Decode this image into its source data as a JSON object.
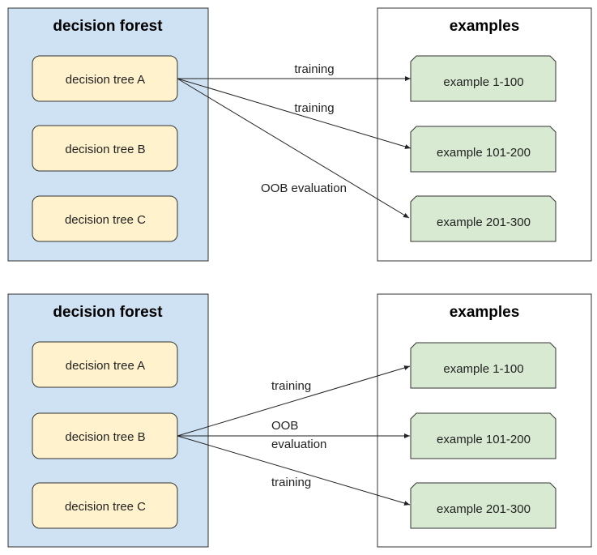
{
  "colors": {
    "forest_fill": "#cfe2f3",
    "tree_fill": "#fff2cc",
    "example_fill": "#d9ead3",
    "stroke": "#333333"
  },
  "panels": [
    {
      "forest_title": "decision forest",
      "examples_title": "examples",
      "trees": [
        "decision tree A",
        "decision tree B",
        "decision tree C"
      ],
      "examples": [
        "example 1-100",
        "example 101-200",
        "example 201-300"
      ],
      "source_tree": "decision tree A",
      "edges": [
        {
          "to": "example 1-100",
          "label": "training"
        },
        {
          "to": "example 101-200",
          "label": "training"
        },
        {
          "to": "example 201-300",
          "label": "OOB evaluation"
        }
      ]
    },
    {
      "forest_title": "decision forest",
      "examples_title": "examples",
      "trees": [
        "decision tree A",
        "decision tree B",
        "decision tree C"
      ],
      "examples": [
        "example 1-100",
        "example 101-200",
        "example 201-300"
      ],
      "source_tree": "decision tree B",
      "edges": [
        {
          "to": "example 1-100",
          "label": "training"
        },
        {
          "to": "example 101-200",
          "label_line1": "OOB",
          "label_line2": "evaluation"
        },
        {
          "to": "example 201-300",
          "label": "training"
        }
      ]
    }
  ]
}
